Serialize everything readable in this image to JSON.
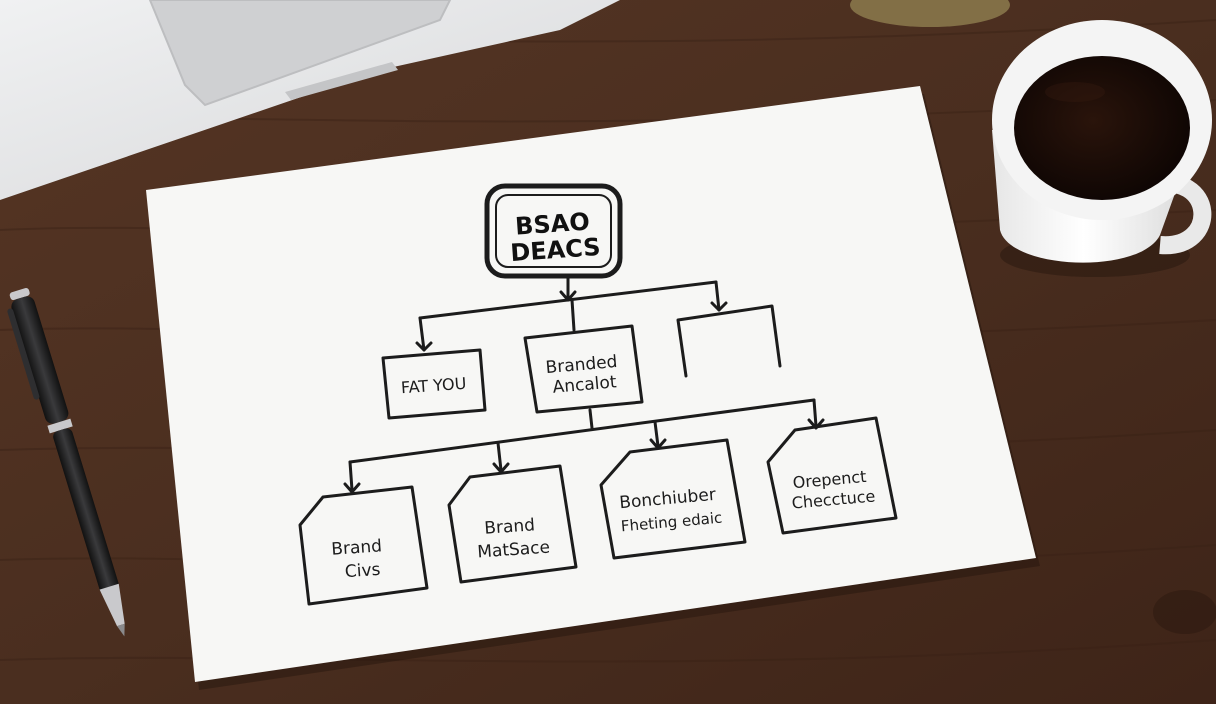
{
  "scene": {
    "description_objects": [
      "laptop",
      "paper-sheet",
      "pen",
      "coffee-cup",
      "wooden-desk"
    ],
    "colors": {
      "desk": "#4a2e1f",
      "desk_dark": "#3a2216",
      "paper": "#f7f7f5",
      "ink": "#1c1c1c",
      "laptop": "#e4e5e7",
      "coffee": "#1a0c07",
      "cup": "#f4f4f4",
      "pen_body": "#2a2a2c",
      "pen_metal": "#c9c9cc"
    }
  },
  "diagram": {
    "root": {
      "line1": "BSAO",
      "line2": "DEACS"
    },
    "level1": [
      {
        "line1": "FAT YOU",
        "line2": ""
      },
      {
        "line1": "Branded",
        "line2": "Ancalot"
      },
      {
        "line1": "",
        "line2": ""
      }
    ],
    "level2": [
      {
        "line1": "Brand",
        "line2": "Civs"
      },
      {
        "line1": "Brand",
        "line2": "MatSace"
      },
      {
        "line1": "Bonchiuber",
        "line2": "Fheting edaic"
      },
      {
        "line1": "Orepenct",
        "line2": "Checctuce"
      }
    ]
  }
}
